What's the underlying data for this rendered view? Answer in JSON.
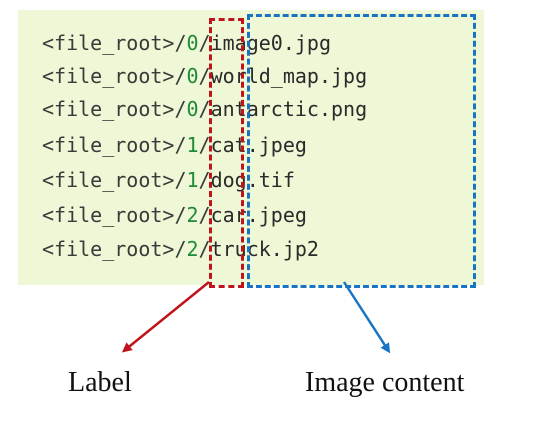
{
  "lines": [
    {
      "path": "<file_root>/",
      "label": "0",
      "sep": "/",
      "content": "image0.jpg"
    },
    {
      "path": "<file_root>/",
      "label": "0",
      "sep": "/",
      "content": "world_map.jpg"
    },
    {
      "path": "<file_root>/",
      "label": "0",
      "sep": "/",
      "content": "antarctic.png"
    },
    {
      "path": "<file_root>/",
      "label": "1",
      "sep": "/",
      "content": "cat.jpeg"
    },
    {
      "path": "<file_root>/",
      "label": "1",
      "sep": "/",
      "content": "dog.tif"
    },
    {
      "path": "<file_root>/",
      "label": "2",
      "sep": "/",
      "content": "car.jpeg"
    },
    {
      "path": "<file_root>/",
      "label": "2",
      "sep": "/",
      "content": "truck.jp2"
    }
  ],
  "captions": {
    "label": "Label",
    "image_content": "Image content"
  },
  "colors": {
    "label_box": "#c0141c",
    "content_box": "#1a74c4",
    "panel_background": "#eef8d6",
    "label_text": "#1f8a3a"
  }
}
